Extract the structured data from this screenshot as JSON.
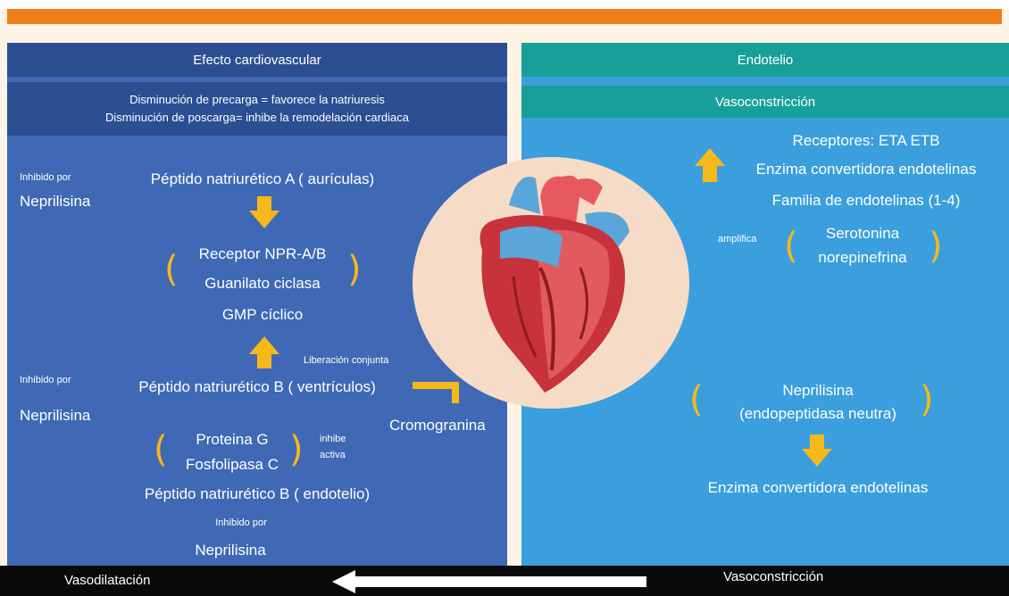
{
  "header": {
    "accent_color": "#ef7f1a"
  },
  "left": {
    "title": "Efecto cardiovascular",
    "subtitle_line1": "Disminución de precarga = favorece la natriuresis",
    "subtitle_line2": "Disminución de poscarga= inhibe la remodelación cardiaca",
    "inhibited_by_1": "Inhibido por",
    "neprilisina_1": "Neprilisina",
    "peptide_a": "Péptido natriurético A ( aurículas)",
    "receptor": "Receptor NPR-A/B",
    "guanilato": "Guanilato ciclasa",
    "gmp": "GMP cíclico",
    "liberacion": "Liberación conjunta",
    "inhibited_by_2": "Inhibido por",
    "neprilisina_2": "Neprilisina",
    "peptide_b_vent": "Péptido natriurético B ( ventrículos)",
    "cromogranina": "Cromogranina",
    "proteina_g": "Proteina G",
    "fosfolipasa": "Fosfolipasa C",
    "inhibe": "inhibe",
    "activa": "activa",
    "peptide_b_endo": "Péptido natriurético B ( endotelio)",
    "inhibited_by_3": "Inhibido por",
    "neprilisina_3": "Neprilisina"
  },
  "right": {
    "title": "Endotelio",
    "subtitle": "Vasoconstricción",
    "receptores": "Receptores: ETA ETB",
    "enzima_1": "Enzima convertidora endotelinas",
    "familia": "Familia de endotelinas (1-4)",
    "amplifica": "amplifica",
    "serotonina": "Serotonina",
    "norepinefrina": "norepinefrina",
    "neprilisina": "Neprilisina",
    "endopeptidasa": "(endopeptidasa neutra)",
    "enzima_2": "Enzima convertidora endotelinas"
  },
  "footer": {
    "left": "Vasodilatación",
    "right": "Vasoconstricción"
  },
  "colors": {
    "left_panel": "#3f69b5",
    "left_header": "#2c4e92",
    "right_panel": "#3a9fdc",
    "right_header": "#17a09a",
    "arrow": "#f6b81b",
    "bar": "#0a0a0a"
  }
}
